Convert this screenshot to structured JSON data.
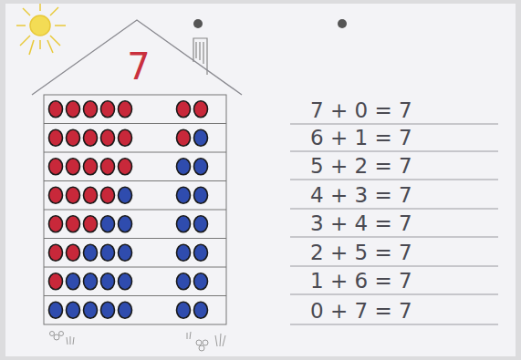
{
  "diagram": {
    "nodes": [
      {
        "text": [
          "7"
        ]
      }
    ],
    "labels": [
      "7 + 0 = 7",
      "6 + 1 = 7",
      "5 + 2 = 7",
      "4 + 3 = 7",
      "3 + 4 = 7",
      "2 + 5 = 7",
      "1 + 6 = 7",
      "0 + 7 = 7"
    ]
  }
}
